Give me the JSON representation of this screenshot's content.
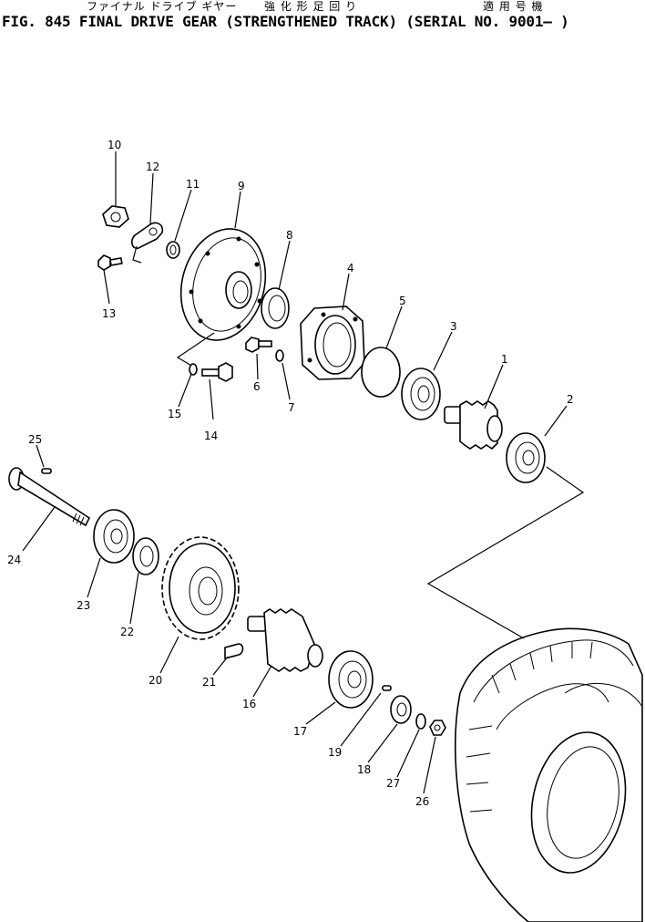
{
  "header": {
    "jp_name": "ファイナル ドライブ ギヤー",
    "jp_variant": "強 化 形 足 回 り",
    "jp_applicable": "適 用 号 機",
    "title": "FIG. 845  FINAL DRIVE GEAR (STRENGTHENED TRACK) (SERIAL NO. 9001— )"
  },
  "callouts": [
    {
      "id": "1",
      "label": "1"
    },
    {
      "id": "2",
      "label": "2"
    },
    {
      "id": "3",
      "label": "3"
    },
    {
      "id": "4",
      "label": "4"
    },
    {
      "id": "5",
      "label": "5"
    },
    {
      "id": "6",
      "label": "6"
    },
    {
      "id": "7",
      "label": "7"
    },
    {
      "id": "8",
      "label": "8"
    },
    {
      "id": "9",
      "label": "9"
    },
    {
      "id": "10",
      "label": "10"
    },
    {
      "id": "11",
      "label": "11"
    },
    {
      "id": "12",
      "label": "12"
    },
    {
      "id": "13",
      "label": "13"
    },
    {
      "id": "14",
      "label": "14"
    },
    {
      "id": "15",
      "label": "15"
    },
    {
      "id": "16",
      "label": "16"
    },
    {
      "id": "17",
      "label": "17"
    },
    {
      "id": "18",
      "label": "18"
    },
    {
      "id": "19",
      "label": "19"
    },
    {
      "id": "20",
      "label": "20"
    },
    {
      "id": "21",
      "label": "21"
    },
    {
      "id": "22",
      "label": "22"
    },
    {
      "id": "23",
      "label": "23"
    },
    {
      "id": "24",
      "label": "24"
    },
    {
      "id": "25",
      "label": "25"
    },
    {
      "id": "26",
      "label": "26"
    },
    {
      "id": "27",
      "label": "27"
    }
  ]
}
